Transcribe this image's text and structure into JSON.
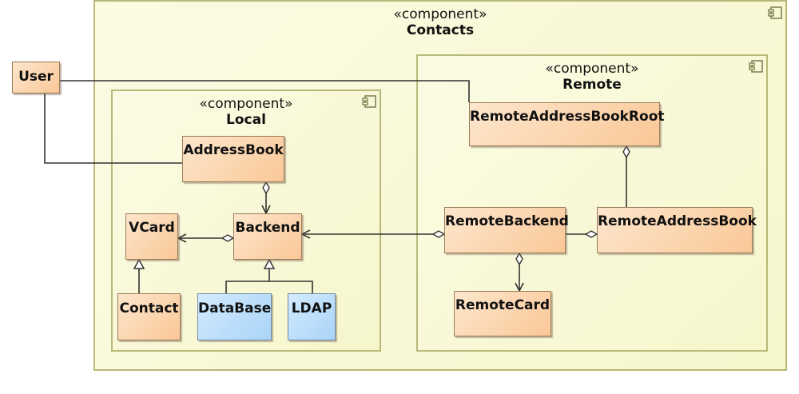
{
  "stereotype": "«component»",
  "components": {
    "contacts": {
      "name": "Contacts"
    },
    "remote": {
      "name": "Remote"
    },
    "local": {
      "name": "Local"
    }
  },
  "classes": {
    "user": "User",
    "address_book": "AddressBook",
    "vcard": "VCard",
    "backend": "Backend",
    "contact": "Contact",
    "database": "DataBase",
    "ldap": "LDAP",
    "remote_address_book_root": "RemoteAddressBookRoot",
    "remote_backend": "RemoteBackend",
    "remote_address_book": "RemoteAddressBook",
    "remote_card": "RemoteCard"
  }
}
